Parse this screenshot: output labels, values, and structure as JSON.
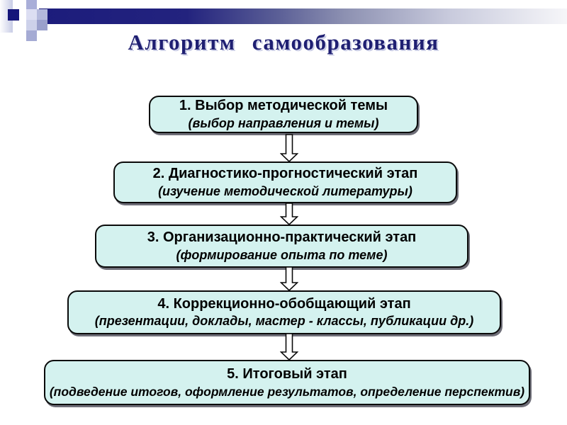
{
  "slide_title": "Алгоритм самообразования",
  "flowchart": {
    "steps": [
      {
        "label": "1. Выбор методической темы",
        "detail": "(выбор направления и темы)"
      },
      {
        "label": "2. Диагностико-прогностический этап",
        "detail": "(изучение методической литературы)"
      },
      {
        "label": "3. Организационно-практический этап",
        "detail": "(формирование опыта по теме)"
      },
      {
        "label": "4. Коррекционно-обобщающий этап",
        "detail": "(презентации, доклады, мастер - классы, публикации др.)"
      },
      {
        "label": "5. Итоговый этап",
        "detail": "(подведение итогов, оформление результатов, определение перспектив)"
      }
    ],
    "connector_icon": "down-arrow-icon"
  },
  "colors": {
    "title_text": "#1f1f72",
    "header_bar_navy": "#1c1c7c",
    "corner_square_navy": "#15157a",
    "corner_square_lavender": "#a9aed8",
    "box_fill": "#d4f2ef",
    "box_border": "#000000",
    "box_text": "#000000",
    "arrow_fill": "#ffffff"
  }
}
